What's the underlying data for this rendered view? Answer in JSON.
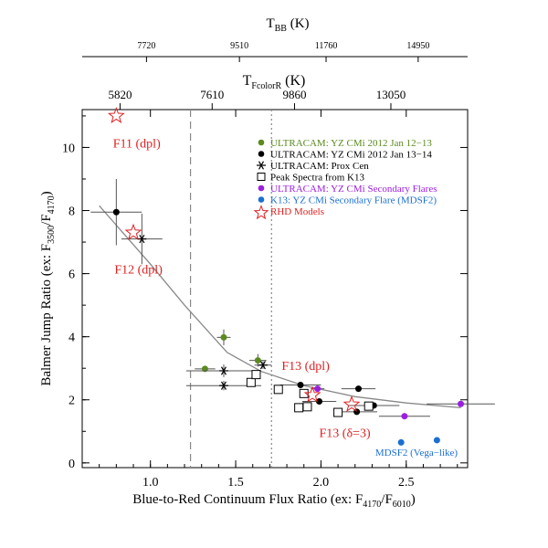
{
  "chart_data": {
    "type": "scatter",
    "xlabel": "Blue-to-Red Continuum Flux Ratio (ex: F",
    "xlabel_sub1": "4170",
    "xlabel_mid": "/F",
    "xlabel_sub2": "6010",
    "xlabel_end": ")",
    "ylabel": "Balmer Jump Ratio (ex: F",
    "ylabel_sub1": "3500",
    "ylabel_mid": "/F",
    "ylabel_sub2": "4170",
    "ylabel_end": ")",
    "top_axis1_label": "T",
    "top_axis1_sub": "FcolorR",
    "top_axis1_unit": " (K)",
    "top_axis2_label": "T",
    "top_axis2_sub": "BB",
    "top_axis2_unit": " (K)",
    "xlim": [
      0.6,
      2.86
    ],
    "ylim": [
      -0.15,
      11.2
    ],
    "xticks": [
      1.0,
      1.5,
      2.0,
      2.5
    ],
    "xtick_labels": [
      "1.0",
      "1.5",
      "2.0",
      "2.5"
    ],
    "yticks": [
      0,
      2,
      4,
      6,
      8,
      10
    ],
    "ytick_labels": [
      "0",
      "2",
      "4",
      "6",
      "8",
      "10"
    ],
    "top_color_ticks": [
      {
        "x": 0.822,
        "label": "5820"
      },
      {
        "x": 1.362,
        "label": "7610"
      },
      {
        "x": 1.845,
        "label": "9860"
      },
      {
        "x": 2.41,
        "label": "13050"
      }
    ],
    "top_bb_ticks": [
      {
        "x": 0.977,
        "label": "7720"
      },
      {
        "x": 1.522,
        "label": "9510"
      },
      {
        "x": 2.03,
        "label": "11760"
      },
      {
        "x": 2.57,
        "label": "14950"
      }
    ],
    "vlines": [
      {
        "x": 1.235,
        "style": "dashed"
      },
      {
        "x": 1.71,
        "style": "dotted"
      }
    ],
    "fit_line": [
      [
        0.7,
        8.15
      ],
      [
        1.0,
        6.3
      ],
      [
        1.2,
        5.0
      ],
      [
        1.45,
        3.5
      ],
      [
        1.65,
        2.9
      ],
      [
        1.9,
        2.45
      ],
      [
        2.2,
        2.1
      ],
      [
        2.5,
        1.9
      ],
      [
        2.82,
        1.75
      ]
    ],
    "legend": {
      "placement": "top-right",
      "entries": [
        {
          "label": "ULTRACAM: YZ CMi 2012 Jan 12−13",
          "color": "#5b8a1e",
          "marker": "circle-green"
        },
        {
          "label": "ULTRACAM: YZ CMi 2012 Jan 13−14",
          "color": "#000000",
          "marker": "circle-black"
        },
        {
          "label": "ULTRACAM: Prox Cen",
          "color": "#000000",
          "marker": "asterisk"
        },
        {
          "label": "Peak Spectra from K13",
          "color": "#000000",
          "marker": "open-square"
        },
        {
          "label": "ULTRACAM: YZ CMi Secondary Flares",
          "color": "#9b1fe0",
          "marker": "circle-purple"
        },
        {
          "label": "K13: YZ CMi Secondary Flare (MDSF2)",
          "color": "#1a6fd1",
          "marker": "circle-blue"
        },
        {
          "label": "RHD Models",
          "color": "#e02020",
          "marker": "star"
        }
      ]
    },
    "series": [
      {
        "name": "ULTRACAM: YZ CMi 2012 Jan 12−13",
        "color": "#5b8a1e",
        "marker": "circle",
        "points": [
          {
            "x": 1.32,
            "y": 2.98,
            "xerr": 0.06,
            "yerr": 0.05
          },
          {
            "x": 1.43,
            "y": 3.98,
            "xerr": 0.04,
            "yerr": 0.25
          },
          {
            "x": 1.63,
            "y": 3.25,
            "xerr": 0.05,
            "yerr": 0.2
          }
        ]
      },
      {
        "name": "ULTRACAM: YZ CMi 2012 Jan 13−14",
        "color": "#000000",
        "marker": "circle",
        "points": [
          {
            "x": 0.8,
            "y": 7.95,
            "xerr": 0.15,
            "yerr": 1.05
          },
          {
            "x": 1.88,
            "y": 2.47,
            "xerr": 0.12,
            "yerr": 0.05
          },
          {
            "x": 1.99,
            "y": 1.95,
            "xerr": 0.1,
            "yerr": 0.05
          },
          {
            "x": 2.22,
            "y": 2.35,
            "xerr": 0.1,
            "yerr": 0.05
          },
          {
            "x": 2.21,
            "y": 1.62,
            "xerr": 0.12,
            "yerr": 0.05
          },
          {
            "x": 2.31,
            "y": 1.82,
            "xerr": 0.15,
            "yerr": 0.05
          }
        ]
      },
      {
        "name": "ULTRACAM: Prox Cen",
        "color": "#000000",
        "marker": "asterisk",
        "points": [
          {
            "x": 0.95,
            "y": 7.1,
            "xerr": 0.12,
            "yerr": 0.8
          },
          {
            "x": 1.43,
            "y": 2.92,
            "xerr": 0.22,
            "yerr": 0.2
          },
          {
            "x": 1.43,
            "y": 2.45,
            "xerr": 0.22,
            "yerr": 0.15
          },
          {
            "x": 1.66,
            "y": 3.1,
            "xerr": 0.05,
            "yerr": 0.12
          }
        ]
      },
      {
        "name": "Peak Spectra from K13",
        "color": "#000000",
        "marker": "open-square",
        "points": [
          {
            "x": 1.59,
            "y": 2.55
          },
          {
            "x": 1.62,
            "y": 2.8
          },
          {
            "x": 1.75,
            "y": 2.33
          },
          {
            "x": 1.87,
            "y": 1.75
          },
          {
            "x": 1.9,
            "y": 2.2
          },
          {
            "x": 1.92,
            "y": 1.78
          },
          {
            "x": 2.1,
            "y": 1.6
          },
          {
            "x": 2.28,
            "y": 1.8
          }
        ]
      },
      {
        "name": "ULTRACAM: YZ CMi Secondary Flares",
        "color": "#9b1fe0",
        "marker": "circle",
        "points": [
          {
            "x": 1.98,
            "y": 2.35,
            "xerr": 0.04,
            "yerr": 0.08
          },
          {
            "x": 2.49,
            "y": 1.48,
            "xerr": 0.15,
            "yerr": 0.1
          },
          {
            "x": 2.82,
            "y": 1.87,
            "xerr": 0.2,
            "yerr": 0.05
          }
        ]
      },
      {
        "name": "K13: YZ CMi Secondary Flare (MDSF2)",
        "color": "#1a6fd1",
        "marker": "circle",
        "points": [
          {
            "x": 2.47,
            "y": 0.65
          },
          {
            "x": 2.68,
            "y": 0.72
          }
        ]
      },
      {
        "name": "RHD Models",
        "color": "#e02020",
        "marker": "star",
        "points": [
          {
            "x": 0.8,
            "y": 11.0
          },
          {
            "x": 0.9,
            "y": 7.3
          },
          {
            "x": 1.95,
            "y": 2.15
          },
          {
            "x": 2.18,
            "y": 1.85
          }
        ]
      }
    ],
    "annotations": [
      {
        "text": "F11 (dpl)",
        "x": 0.92,
        "y": 10.0,
        "color": "#e02020",
        "size": 14
      },
      {
        "text": "F12 (dpl)",
        "x": 0.93,
        "y": 6.0,
        "color": "#e02020",
        "size": 14
      },
      {
        "text": "F13 (dpl)",
        "x": 1.91,
        "y": 2.95,
        "color": "#e02020",
        "size": 14
      },
      {
        "text": "F13 (δ=3)",
        "x": 2.14,
        "y": 0.82,
        "color": "#e02020",
        "size": 14
      },
      {
        "text": "MDSF2 (Vega−like)",
        "x": 2.56,
        "y": 0.22,
        "color": "#1a6fd1",
        "size": 11
      }
    ]
  }
}
